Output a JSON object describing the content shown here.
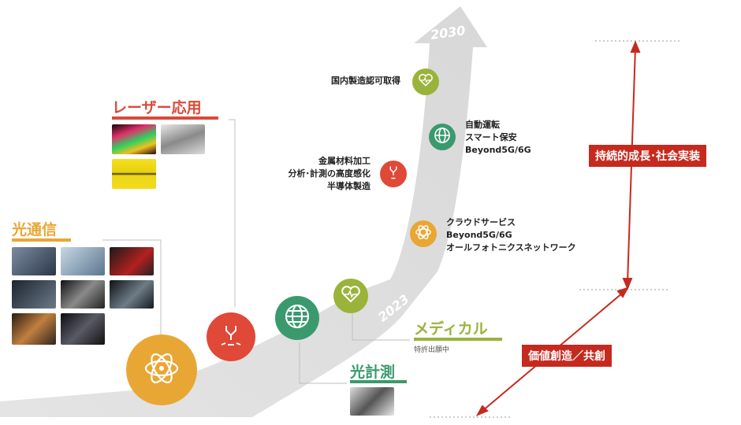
{
  "road": {
    "year_start": "2023",
    "year_end": "2030"
  },
  "categories": {
    "optical_comm": {
      "title": "光通信",
      "color": "#e8a735"
    },
    "laser": {
      "title": "レーザー応用",
      "color": "#d94a3a"
    },
    "optical_measure": {
      "title": "光計測",
      "color": "#3a9a6e"
    },
    "medical": {
      "title": "メディカル",
      "color": "#9ab33a",
      "note": "特許出願中"
    }
  },
  "milestones": {
    "cert": [
      "国内製造認可取得"
    ],
    "auto": [
      "自動運転",
      "スマート保安",
      "Beyond5G/6G"
    ],
    "metal": [
      "金属材料加工",
      "分析･計測の高度感化",
      "半導体製造"
    ],
    "cloud": [
      "クラウドサービス",
      "Beyond5G/6G",
      "オールフォトニクスネットワーク"
    ]
  },
  "value_labels": {
    "sustainable": "持続的成長･社会実装",
    "cocreation": "価値創造／共創"
  },
  "icons": {
    "atom": "atom-icon",
    "laser": "laser-icon",
    "globe": "globe-icon",
    "heart": "heart-pulse-icon"
  }
}
